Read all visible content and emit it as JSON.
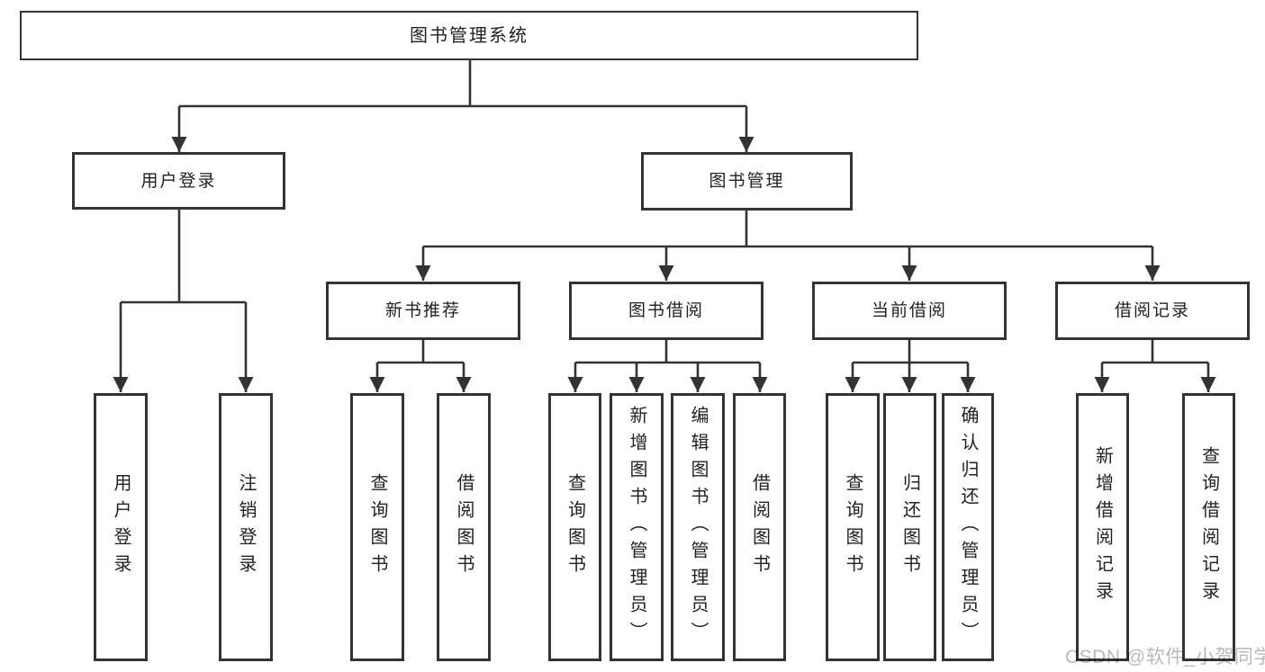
{
  "tree": {
    "root": {
      "label": "图书管理系统"
    },
    "branches": [
      {
        "label": "用户登录",
        "children": [
          {
            "label": "用户登录"
          },
          {
            "label": "注销登录"
          }
        ]
      },
      {
        "label": "图书管理",
        "children": [
          {
            "label": "新书推荐",
            "children": [
              {
                "label": "查询图书"
              },
              {
                "label": "借阅图书"
              }
            ]
          },
          {
            "label": "图书借阅",
            "children": [
              {
                "label": "查询图书"
              },
              {
                "label": "新增图书（管理员）"
              },
              {
                "label": "编辑图书（管理员）"
              },
              {
                "label": "借阅图书"
              }
            ]
          },
          {
            "label": "当前借阅",
            "children": [
              {
                "label": "查询图书"
              },
              {
                "label": "归还图书"
              },
              {
                "label": "确认归还（管理员）"
              }
            ]
          },
          {
            "label": "借阅记录",
            "children": [
              {
                "label": "新增借阅记录"
              },
              {
                "label": "查询借阅记录"
              }
            ]
          }
        ]
      }
    ]
  },
  "watermark": {
    "text": "CSDN @软件_小贺同学"
  },
  "colors": {
    "line": "#333333",
    "border": "#333333",
    "text": "#222222",
    "background": "#ffffff",
    "watermark": "#b9b9b9"
  }
}
